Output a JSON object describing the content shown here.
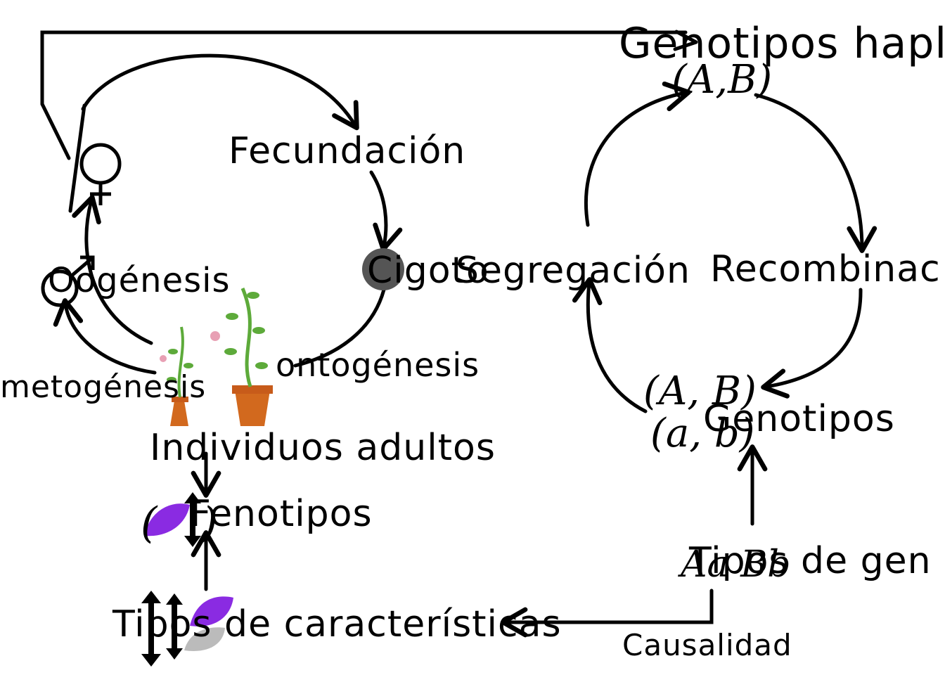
{
  "labels": {
    "genotipos_haploides": "Genotipos haplo",
    "haploid_genotype": "(A,B)",
    "fecundacion": "Fecundación",
    "cigoto": "Cigoto",
    "segregacion": "Segregación",
    "recombinacion": "Recombinac",
    "oogenesis": "Oogénesis",
    "gametogenesis": "metogénesis",
    "ontogenesis": "ontogénesis",
    "individuos_adultos": "Individuos adultos",
    "fenotipos": "Fenotipos",
    "genotipos": "Genotipos",
    "genotype_upper": "(A, B)",
    "genotype_lower": "(a, b)",
    "tipos_de_genes": "Tipos de gen",
    "genes_symbols": "Aa Bb",
    "tipos_de_caracteristicas": "Tipos de características",
    "causalidad": "Causalidad",
    "phenotype_paren": "(",
    "phenotype_paren_close": ")"
  },
  "colors": {
    "ink": "#000000",
    "zygote": "#555555",
    "leaf_purple": "#8A2BE2",
    "pot_orange": "#D2691E",
    "plant_green": "#5DAA3A"
  },
  "icons": [
    "female-symbol-icon",
    "male-symbol-icon",
    "plant-icon",
    "double-arrow-icon",
    "purple-leaf-icon"
  ]
}
